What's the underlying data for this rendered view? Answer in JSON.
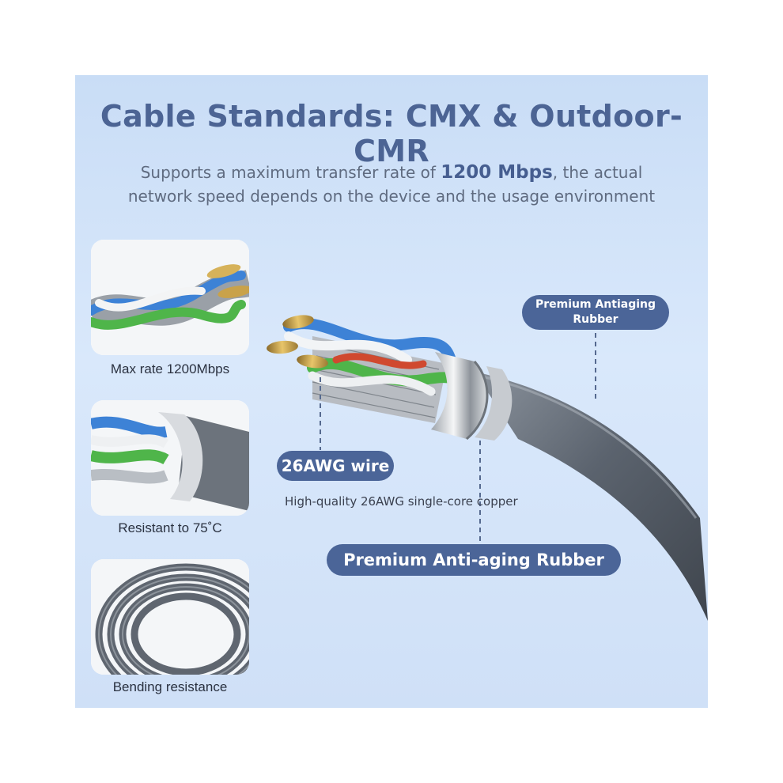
{
  "header": {
    "title": "Cable Standards: CMX & Outdoor-CMR",
    "subtitle_before": "Supports a maximum transfer rate of ",
    "subtitle_bold": "1200 Mbps",
    "subtitle_after": ", the actual network speed depends on the device and the usage environment"
  },
  "features": [
    {
      "label": "Max rate 1200Mbps"
    },
    {
      "label": "Resistant to 75˚C"
    },
    {
      "label": "Bending resistance"
    }
  ],
  "callouts": {
    "top": "Premium Antiaging Rubber",
    "wire": "26AWG wire",
    "wire_desc": "High-quality 26AWG single-core copper",
    "bottom": "Premium Anti-aging Rubber"
  },
  "colors": {
    "panel_bg": "#d3e4f9",
    "title": "#4c6494",
    "pill": "#4b6598",
    "cable_jacket": "#5e6672"
  }
}
